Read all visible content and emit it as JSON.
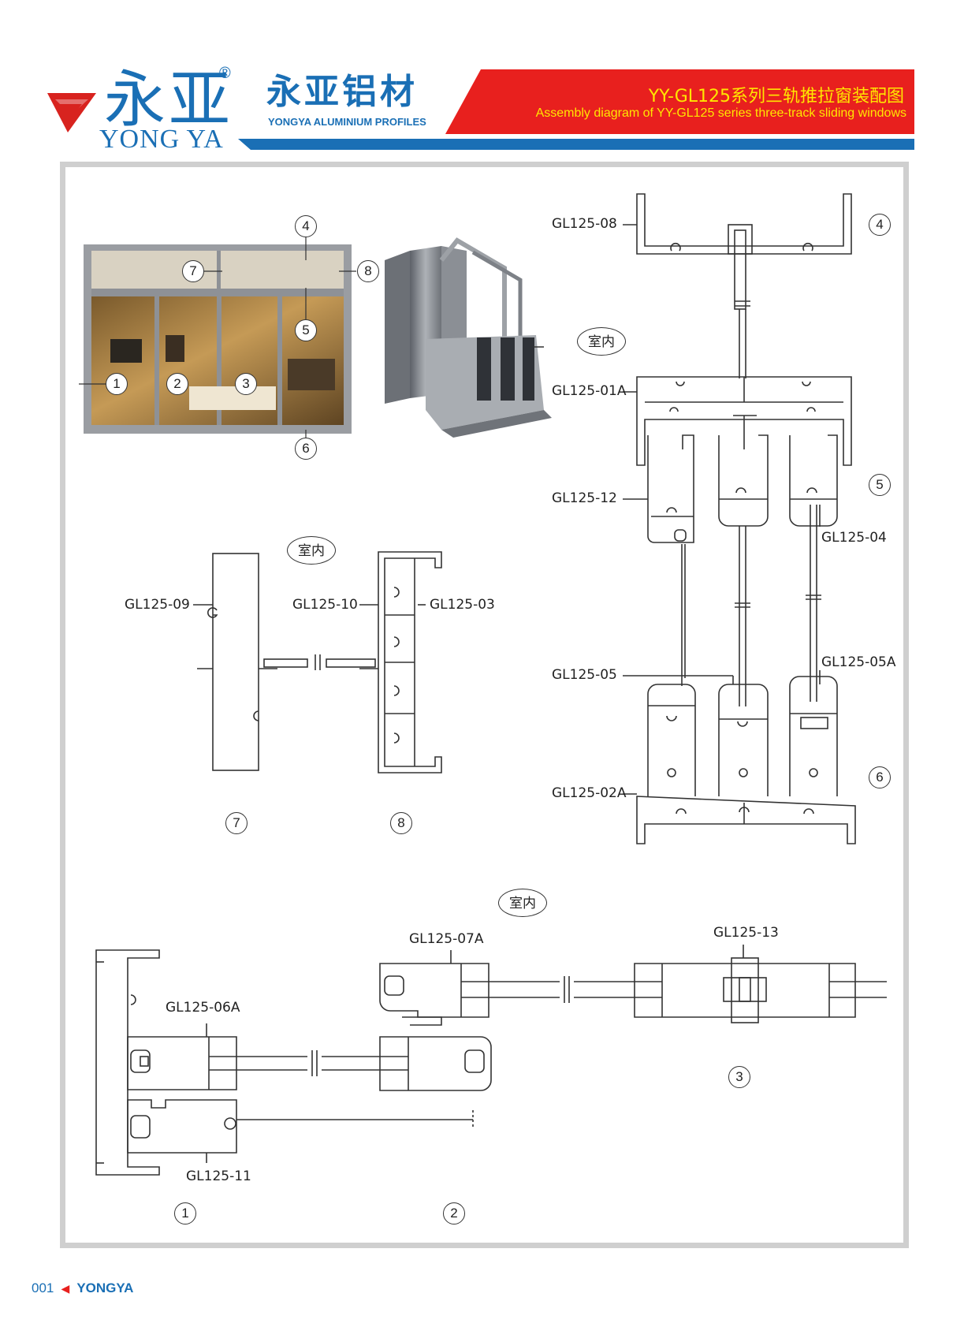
{
  "header": {
    "brand_cn": "永亚",
    "brand_en": "YONG YA",
    "registered": "®",
    "company_cn": "永亚铝材",
    "company_en": "YONGYA ALUMINIUM PROFILES",
    "title_cn": "YY-GL125系列三轨推拉窗装配图",
    "title_en": "Assembly diagram of YY-GL125 series three-track sliding windows",
    "colors": {
      "brand_blue": "#1a6fb5",
      "banner_red": "#e8201e",
      "title_yellow": "#ffe600",
      "logo_red": "#d8231f"
    }
  },
  "overview": {
    "callouts": [
      "4",
      "7",
      "8",
      "5",
      "1",
      "2",
      "3",
      "6"
    ]
  },
  "vertical_section": {
    "indoor": "室内",
    "labels": [
      "GL125-08",
      "GL125-01A",
      "GL125-12",
      "GL125-04",
      "GL125-05",
      "GL125-05A",
      "GL125-02A"
    ],
    "numbers": [
      "4",
      "5",
      "6"
    ]
  },
  "mullion_section": {
    "indoor": "室内",
    "labels": [
      "GL125-09",
      "GL125-10",
      "GL125-03"
    ],
    "numbers": [
      "7",
      "8"
    ]
  },
  "horizontal_section": {
    "indoor": "室内",
    "labels": [
      "GL125-07A",
      "GL125-13",
      "GL125-06A",
      "GL125-11"
    ],
    "numbers": [
      "1",
      "2",
      "3"
    ]
  },
  "footer": {
    "page": "001",
    "brand": "YONGYA"
  }
}
